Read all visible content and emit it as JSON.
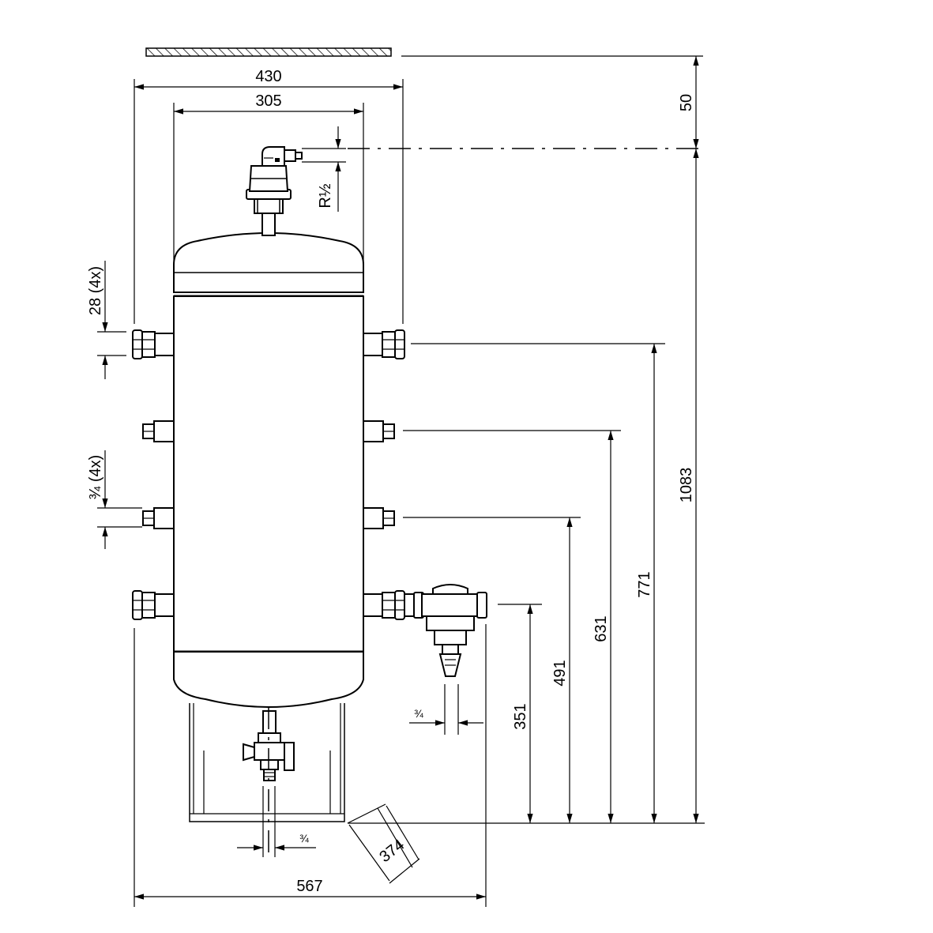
{
  "dimensions": {
    "width_outer": "430",
    "width_inner": "305",
    "ceiling_gap": "50",
    "air_vent_thread": "R½",
    "side_conn_top": "28 (4x)",
    "side_conn_mid": "¾ (4x)",
    "height_total": "1083",
    "height_771": "771",
    "height_631": "631",
    "height_491": "491",
    "height_351": "351",
    "filter_outlet": "¾",
    "drain_outlet": "¾",
    "depth": "374",
    "width_total": "567"
  },
  "colors": {
    "line": "#000000",
    "background": "#ffffff"
  }
}
